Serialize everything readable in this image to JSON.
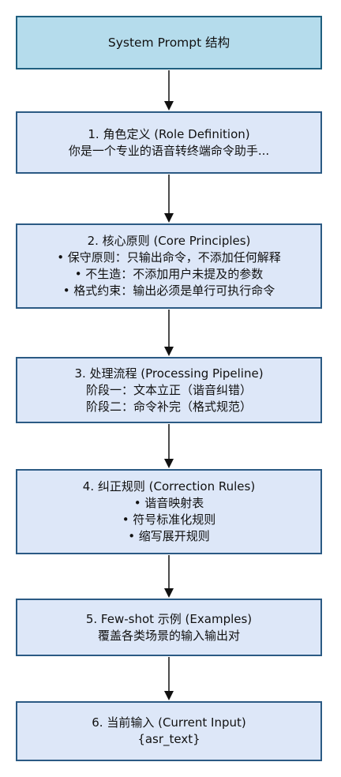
{
  "diagram": {
    "header": {
      "title": "System Prompt 结构"
    },
    "steps": [
      {
        "title": "1. 角色定义 (Role Definition)",
        "lines": [
          "你是一个专业的语音转终端命令助手..."
        ]
      },
      {
        "title": "2. 核心原则 (Core Principles)",
        "lines": [
          "• 保守原则：只输出命令，不添加任何解释",
          "• 不生造：不添加用户未提及的参数",
          "• 格式约束：输出必须是单行可执行命令"
        ]
      },
      {
        "title": "3. 处理流程 (Processing Pipeline)",
        "lines": [
          "阶段一：文本立正（谐音纠错）",
          "阶段二：命令补完（格式规范）"
        ]
      },
      {
        "title": "4. 纠正规则 (Correction Rules)",
        "lines": [
          "• 谐音映射表",
          "• 符号标准化规则",
          "• 缩写展开规则"
        ]
      },
      {
        "title": "5. Few-shot 示例 (Examples)",
        "lines": [
          "覆盖各类场景的输入输出对"
        ]
      },
      {
        "title": "6. 当前输入 (Current Input)",
        "lines": [
          "{asr_text}"
        ]
      }
    ]
  }
}
